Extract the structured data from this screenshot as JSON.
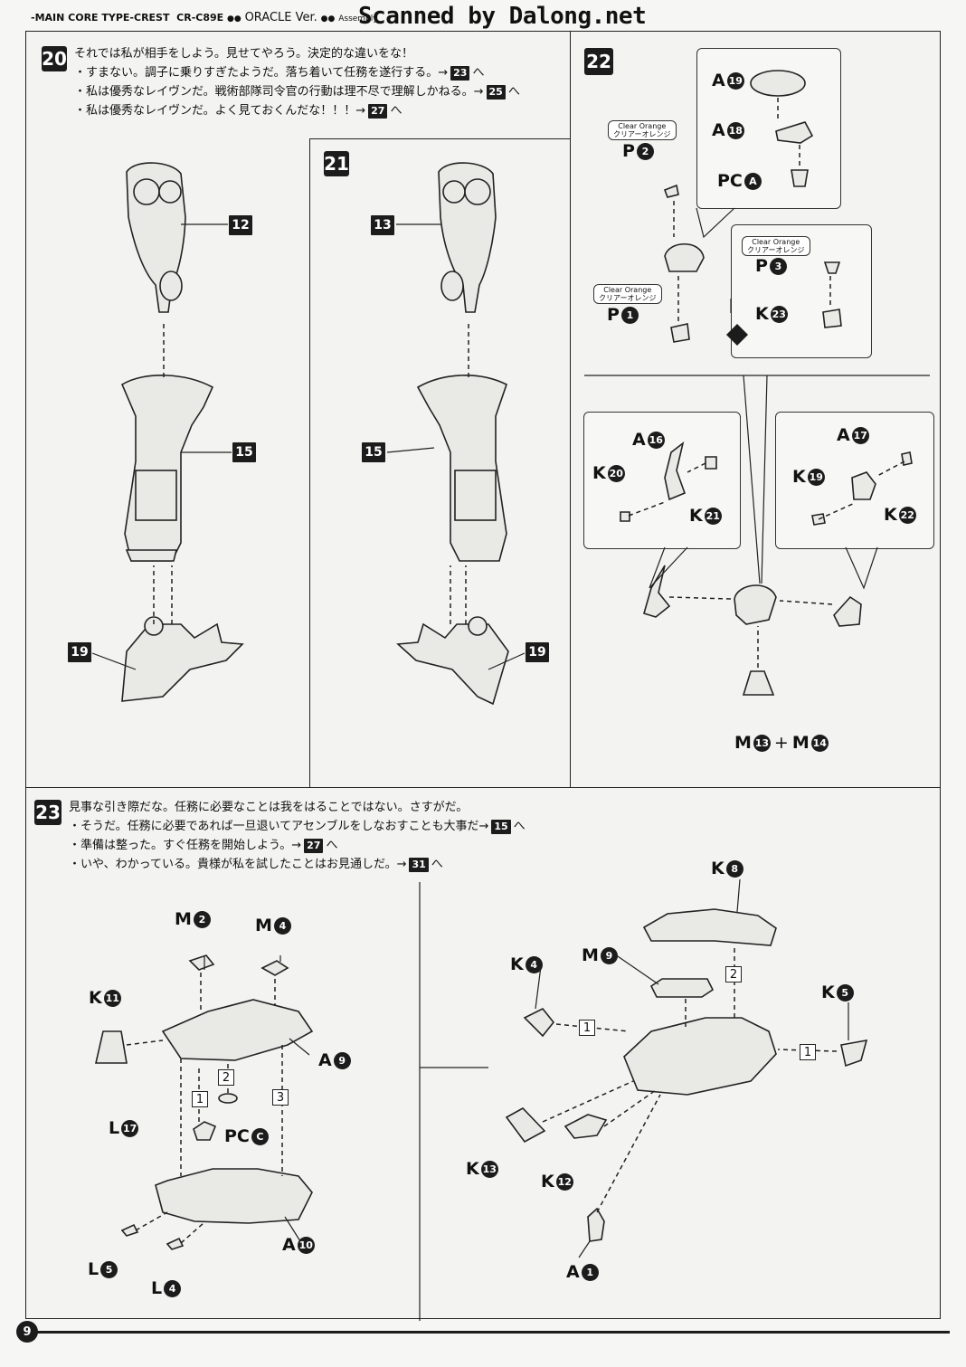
{
  "header": {
    "model_code": "-MAIN CORE TYPE-CREST",
    "model_id": "CR-C89E",
    "edition": "ORACLE Ver.",
    "section": "Assembly",
    "scanned_by": "Scanned by Dalong.net"
  },
  "page_number": "9",
  "steps": {
    "s20": {
      "number": "20",
      "line1": "それでは私が相手をしよう。見せてやろう。決定的な違いをな！",
      "opt1": "・すまない。調子に乗りすぎたようだ。落ち着いて任務を遂行する。→",
      "opt1_ref": "23",
      "opt2": "・私は優秀なレイヴンだ。戦術部隊司令官の行動は理不尽で理解しかねる。→",
      "opt2_ref": "25",
      "opt3": "・私は優秀なレイヴンだ。よく見ておくんだな！！！→",
      "opt3_ref": "27",
      "suffix": "へ",
      "part_upper": "12",
      "part_mid": "15",
      "part_base": "19"
    },
    "s21": {
      "number": "21",
      "part_upper": "13",
      "part_mid": "15",
      "part_base": "19"
    },
    "s22": {
      "number": "22",
      "a19": {
        "letter": "A",
        "num": "19"
      },
      "a18": {
        "letter": "A",
        "num": "18"
      },
      "pca": {
        "letter": "PC",
        "num": "A"
      },
      "p2": {
        "letter": "P",
        "num": "2"
      },
      "p1": {
        "letter": "P",
        "num": "1"
      },
      "p3": {
        "letter": "P",
        "num": "3"
      },
      "k23": {
        "letter": "K",
        "num": "23"
      },
      "a16": {
        "letter": "A",
        "num": "16"
      },
      "k20": {
        "letter": "K",
        "num": "20"
      },
      "k21": {
        "letter": "K",
        "num": "21"
      },
      "a17": {
        "letter": "A",
        "num": "17"
      },
      "k19": {
        "letter": "K",
        "num": "19"
      },
      "k22": {
        "letter": "K",
        "num": "22"
      },
      "m13": {
        "letter": "M",
        "num": "13"
      },
      "m14": {
        "letter": "M",
        "num": "14"
      },
      "plus": "+",
      "clear_orange_en": "Clear Orange",
      "clear_orange_jp": "クリアーオレンジ"
    },
    "s23": {
      "number": "23",
      "line1": "見事な引き際だな。任務に必要なことは我をはることではない。さすがだ。",
      "opt1": "・そうだ。任務に必要であれば一旦退いてアセンブルをしなおすことも大事だ→",
      "opt1_ref": "15",
      "opt2": "・準備は整った。すぐ任務を開始しよう。→",
      "opt2_ref": "27",
      "opt3": "・いや、わかっている。貴様が私を試したことはお見通しだ。→",
      "opt3_ref": "31",
      "suffix": "へ",
      "m2": {
        "letter": "M",
        "num": "2"
      },
      "m4": {
        "letter": "M",
        "num": "4"
      },
      "k11": {
        "letter": "K",
        "num": "11"
      },
      "a9": {
        "letter": "A",
        "num": "9"
      },
      "l17": {
        "letter": "L",
        "num": "17"
      },
      "pcc": {
        "letter": "PC",
        "num": "C"
      },
      "a10": {
        "letter": "A",
        "num": "10"
      },
      "l5": {
        "letter": "L",
        "num": "5"
      },
      "l4": {
        "letter": "L",
        "num": "4"
      },
      "k8": {
        "letter": "K",
        "num": "8"
      },
      "k4": {
        "letter": "K",
        "num": "4"
      },
      "m9": {
        "letter": "M",
        "num": "9"
      },
      "k5": {
        "letter": "K",
        "num": "5"
      },
      "k13": {
        "letter": "K",
        "num": "13"
      },
      "k12": {
        "letter": "K",
        "num": "12"
      },
      "a1": {
        "letter": "A",
        "num": "1"
      },
      "order1": "1",
      "order2": "2",
      "order3": "3"
    }
  }
}
